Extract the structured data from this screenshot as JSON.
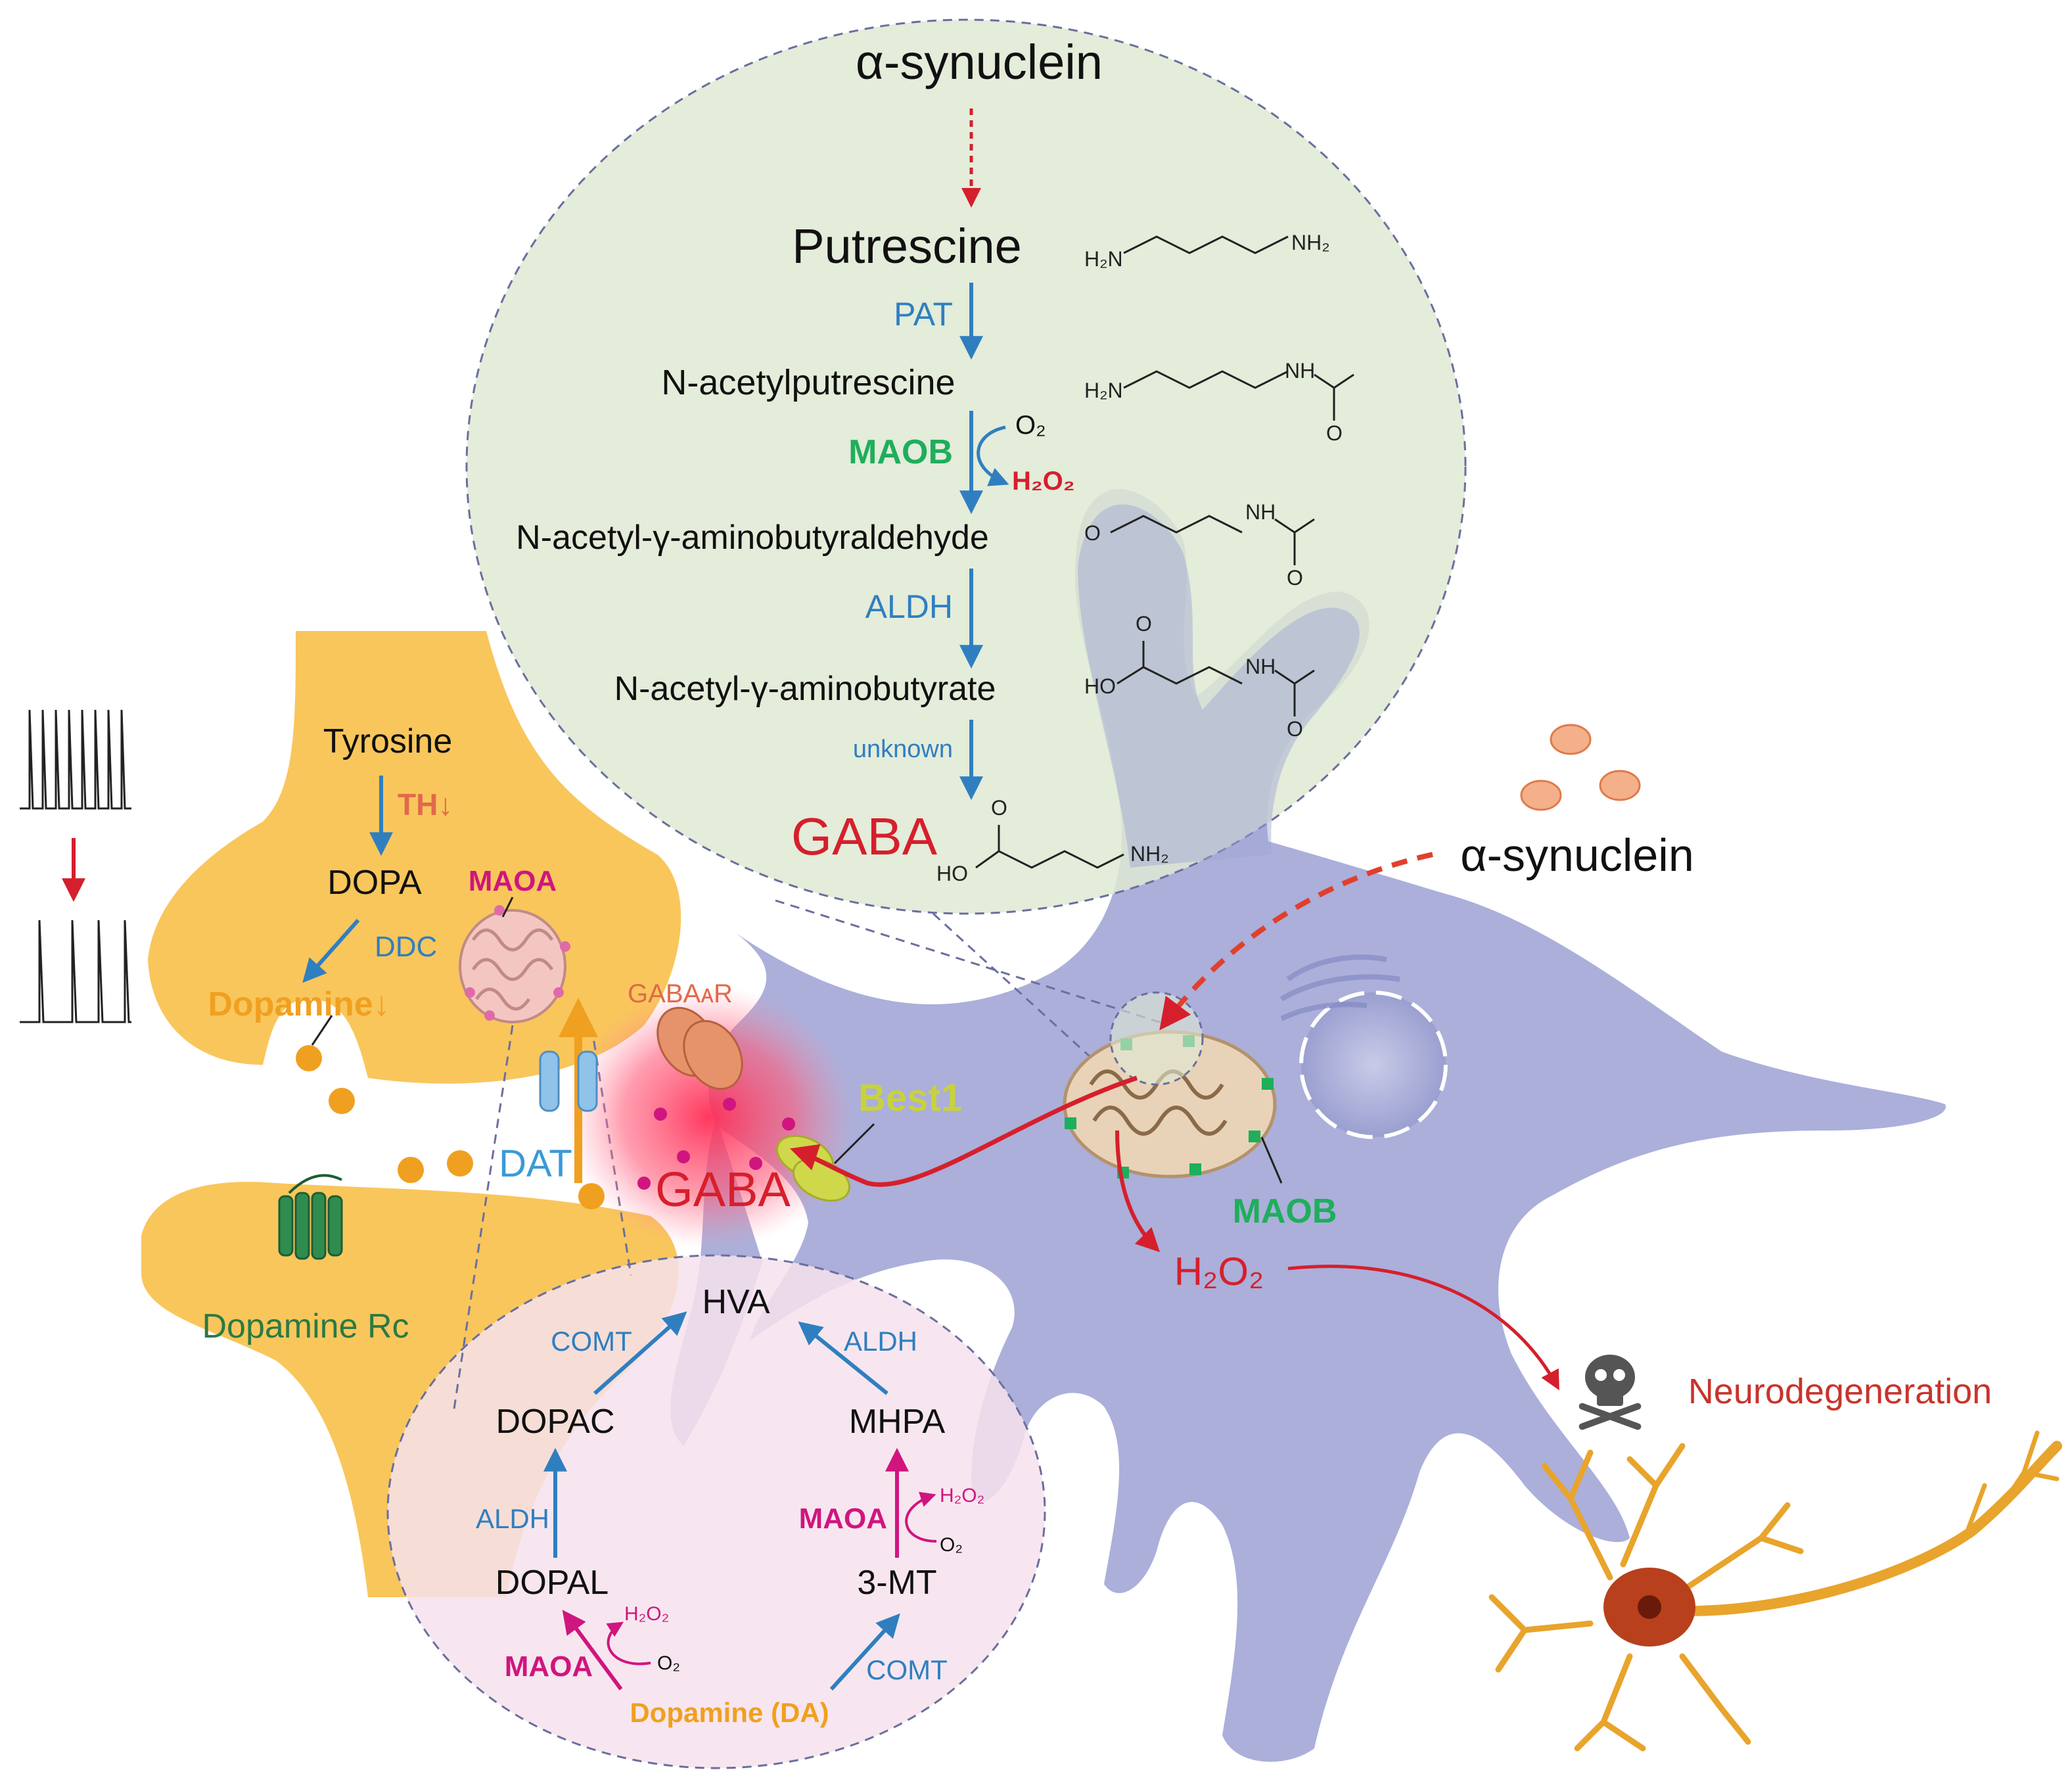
{
  "top_pathway": {
    "alpha_synuclein": "α-synuclein",
    "putrescine": "Putrescine",
    "pat": "PAT",
    "n_acetylputrescine": "N-acetylputrescine",
    "maob": "MAOB",
    "o2": "O₂",
    "h2o2": "H₂O₂",
    "n_acetyl_gaba_aldehyde": "N-acetyl-γ-aminobutyraldehyde",
    "aldh": "ALDH",
    "n_acetyl_gaba": "N-acetyl-γ-aminobutyrate",
    "unknown": "unknown",
    "gaba": "GABA"
  },
  "structures": {
    "h2n": "H₂N",
    "nh2": "NH₂",
    "nh": "NH",
    "o": "O",
    "ho": "HO"
  },
  "neuron": {
    "tyrosine": "Tyrosine",
    "th": "TH↓",
    "dopa": "DOPA",
    "ddc": "DDC",
    "dopamine": "Dopamine↓",
    "maoa": "MAOA",
    "gabaar": "GABAᴀR",
    "dat": "DAT",
    "gaba": "GABA",
    "best1": "Best1",
    "dopamine_rc": "Dopamine Rc"
  },
  "astrocyte": {
    "alpha_synuclein": "α-synuclein",
    "maob": "MAOB",
    "h2o2": "H₂O₂",
    "neurodegeneration": "Neurodegeneration"
  },
  "bottom_pathway": {
    "hva": "HVA",
    "comt_top": "COMT",
    "aldh_right": "ALDH",
    "dopac": "DOPAC",
    "mhpa": "MHPA",
    "aldh_left": "ALDH",
    "maoa_right": "MAOA",
    "h2o2_right": "H₂O₂",
    "o2_right": "O₂",
    "dopal": "DOPAL",
    "three_mt": "3-MT",
    "h2o2_left": "H₂O₂",
    "o2_left": "O₂",
    "maoa_left": "MAOA",
    "comt_bottom": "COMT",
    "dopamine_da": "Dopamine (DA)"
  },
  "colors": {
    "blue_enzyme": "#2f7fc0",
    "green_maob": "#1fae5c",
    "magenta_maoa": "#d0157f",
    "red": "#d61f2c",
    "orange": "#f0a020",
    "astrocyte": "#a7abd8",
    "terminal": "#f8c04a",
    "top_circle": "#e4eedc",
    "bottom_circle": "#f6e6ef"
  }
}
